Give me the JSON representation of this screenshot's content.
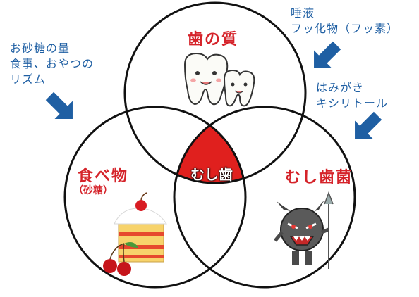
{
  "notes": {
    "top_left": [
      "お砂糖の量",
      "食事、おやつの",
      "リズム"
    ],
    "top_right": [
      "唾液",
      "フッ化物（フッ素）"
    ],
    "right": [
      "はみがき",
      "キシリトール"
    ]
  },
  "circles": {
    "top": {
      "title": "歯の質"
    },
    "left": {
      "title": "食べ物",
      "subtitle": "（砂糖）"
    },
    "right": {
      "title": "むし歯菌"
    }
  },
  "center": {
    "label": "むし歯",
    "color": "#e0201e"
  },
  "colors": {
    "note": "#1f5fa3",
    "title": "#d5232a",
    "arrow": "#1f5fa3"
  },
  "icons": [
    "teeth-mascot-icon",
    "cake-icon",
    "germ-mascot-icon",
    "arrow-icon"
  ]
}
